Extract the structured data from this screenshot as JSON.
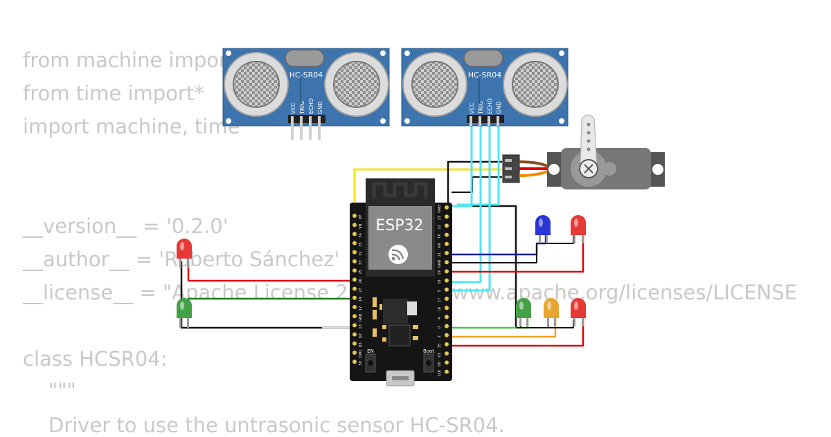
{
  "code_lines": [
    "from machine import",
    "from time import*",
    "import machine, time",
    "__version__ = '0.2.0'",
    "__author__ = 'Roberto Sánchez'",
    "__license__ = \"Apache License 2.0. https://www.apache.org/licenses/LICENSE",
    "class HCSR04:",
    "    \"\"\"",
    "    Driver to use the untrasonic sensor HC-SR04."
  ],
  "sensors": [
    {
      "model": "HC-SR04",
      "pins": [
        "VCC",
        "TRIG",
        "ECHO",
        "GND"
      ]
    },
    {
      "model": "HC-SR04",
      "pins": [
        "VCC",
        "TRIG",
        "ECHO",
        "GND"
      ]
    }
  ],
  "board": {
    "name": "ESP32",
    "left_pins": [
      "VP",
      "VN",
      "34",
      "35",
      "32",
      "33",
      "25",
      "26",
      "27",
      "14",
      "12",
      "GND",
      "13",
      "D2",
      "D3",
      "CMD",
      "5V"
    ],
    "right_pins": [
      "GND",
      "23",
      "22",
      "TX",
      "RX",
      "21",
      "GND",
      "19",
      "18",
      "5",
      "17",
      "16",
      "4",
      "0",
      "2",
      "15",
      "D1",
      "D0",
      "CLK"
    ],
    "en_label": "EN",
    "boot_label": "Boot"
  },
  "leds": [
    {
      "id": "led-left-red",
      "color": "#e53935"
    },
    {
      "id": "led-left-green",
      "color": "#43a047"
    },
    {
      "id": "led-top-blue",
      "color": "#2a35d8"
    },
    {
      "id": "led-top-red",
      "color": "#e53935"
    },
    {
      "id": "led-green",
      "color": "#43a047"
    },
    {
      "id": "led-yellow",
      "color": "#e8a534"
    },
    {
      "id": "led-red",
      "color": "#e53935"
    }
  ],
  "wire_colors": {
    "yellow": "#f5e31a",
    "cyan": "#4ee6f2",
    "black": "#111111",
    "red": "#e00000",
    "green": "#1c7c1c",
    "blue": "#0a1fb0",
    "lightgreen": "#3ccf3c",
    "orange": "#f0a020"
  }
}
